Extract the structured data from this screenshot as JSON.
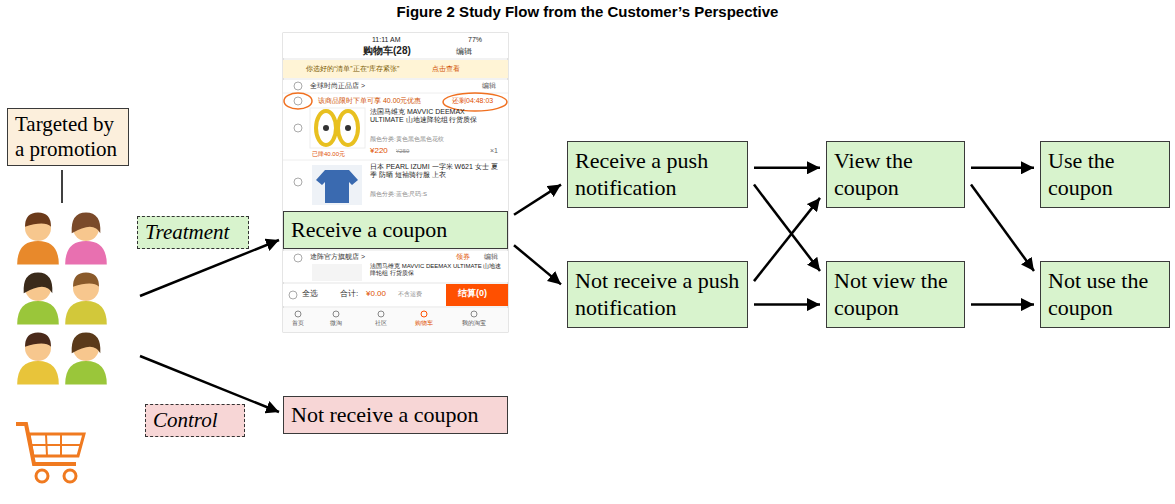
{
  "diagram": {
    "title": "Figure 2 Study Flow from the Customer’s Perspective",
    "nodes": [
      {
        "text": [
          "Targeted by a promotion"
        ]
      },
      {
        "text": [
          "Treatment"
        ]
      },
      {
        "text": [
          "Control"
        ]
      },
      {
        "text": [
          "Receive a coupon"
        ]
      },
      {
        "text": [
          "Not receive a coupon"
        ]
      },
      {
        "text": [
          "Receive a push notification"
        ]
      },
      {
        "text": [
          "Not receive a push notification"
        ]
      },
      {
        "text": [
          "View the coupon"
        ]
      },
      {
        "text": [
          "Not view the coupon"
        ]
      },
      {
        "text": [
          "Use the coupon"
        ]
      },
      {
        "text": [
          "Not use the coupon"
        ]
      }
    ],
    "edges": [
      {
        "from": 3,
        "to": 5,
        "arrow": "to"
      },
      {
        "from": 3,
        "to": 6,
        "arrow": "to"
      },
      {
        "from": 5,
        "to": 7,
        "arrow": "to"
      },
      {
        "from": 5,
        "to": 8,
        "arrow": "to"
      },
      {
        "from": 6,
        "to": 7,
        "arrow": "to"
      },
      {
        "from": 6,
        "to": 8,
        "arrow": "to"
      },
      {
        "from": 7,
        "to": 9,
        "arrow": "to"
      },
      {
        "from": 7,
        "to": 10,
        "arrow": "to"
      },
      {
        "from": 8,
        "to": 10,
        "arrow": "to"
      }
    ],
    "labels": [
      "11:11 AM",
      "77%",
      "购物车(28)",
      "编辑",
      "你选好的“清单”正在“库存紧张”",
      "点击查看",
      "全球时尚正品店 >",
      "编辑",
      "该商品限时下单可享 40.00元优惠",
      "还剩04:48:03",
      "法国马维克 MAVVIC DEEMAX ULTIMATE 山地速降轮组 行货质保",
      "颜色分类:黄色黑色黑色花纹",
      "¥220",
      "¥250",
      "×1",
      "已降40.00元",
      "日本 PEARL IZUMI 一字米 W621 女士 夏季 防晒 短袖骑行服 上衣",
      "颜色分类:蓝色;尺码:S",
      "途阵官方旗舰店 >",
      "领券",
      "编辑",
      "法国马维克 MAVVIC DEEMAX ULTIMATE 山地速降轮组 行货质保",
      "全选",
      "合计:",
      "¥0.00",
      "不含运费",
      "结算(0)",
      "首页",
      "微淘",
      "社区",
      "购物车",
      "我的淘宝"
    ]
  }
}
